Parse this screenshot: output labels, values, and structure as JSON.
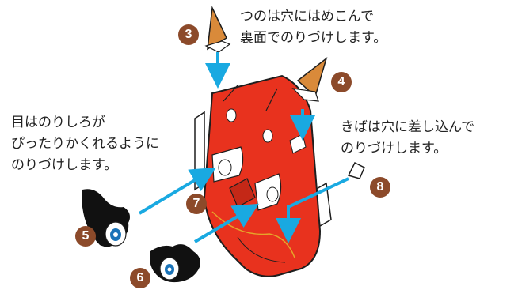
{
  "colors": {
    "mask_red": "#e8321e",
    "arrow_blue": "#19a9e1",
    "badge_brown": "#8c4a2a",
    "outline": "#1e1e1e",
    "horn_tan": "#d98a3a",
    "eye_blue": "#1a73b8"
  },
  "notes": {
    "horns": {
      "line1": "つのは穴にはめこんで",
      "line2": "裏面でのりづけします。"
    },
    "eyes": {
      "line1": "目はのりしろが",
      "line2": "ぴったりかくれるように",
      "line3": "のりづけします。"
    },
    "fangs": {
      "line1": "きばは穴に差し込んで",
      "line2": "のりづけします。"
    }
  },
  "steps": {
    "s3": "3",
    "s4": "4",
    "s5": "5",
    "s6": "6",
    "s7": "7",
    "s8": "8"
  },
  "icons": [
    "horn-icon",
    "fang-icon",
    "eye-part-icon",
    "mask-icon",
    "arrow-icon"
  ]
}
